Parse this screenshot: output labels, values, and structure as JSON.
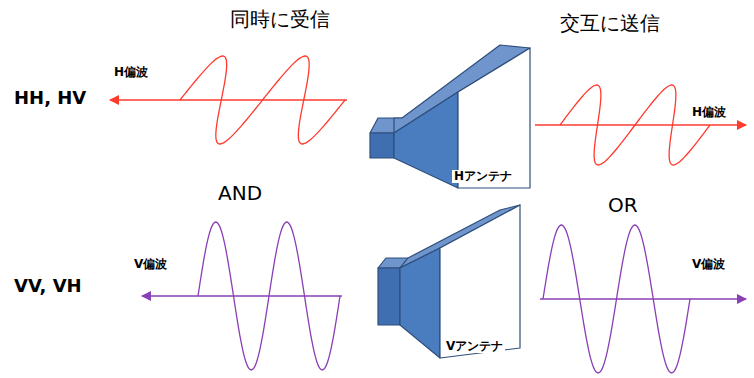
{
  "diagram": {
    "labels": [
      "同時に受信",
      "交互に送信",
      "H偏波",
      "HH, HV",
      "H偏波",
      "Hアンテナ",
      "AND",
      "OR",
      "V偏波",
      "VV, VH",
      "V偏波",
      "Vアンテナ"
    ]
  }
}
